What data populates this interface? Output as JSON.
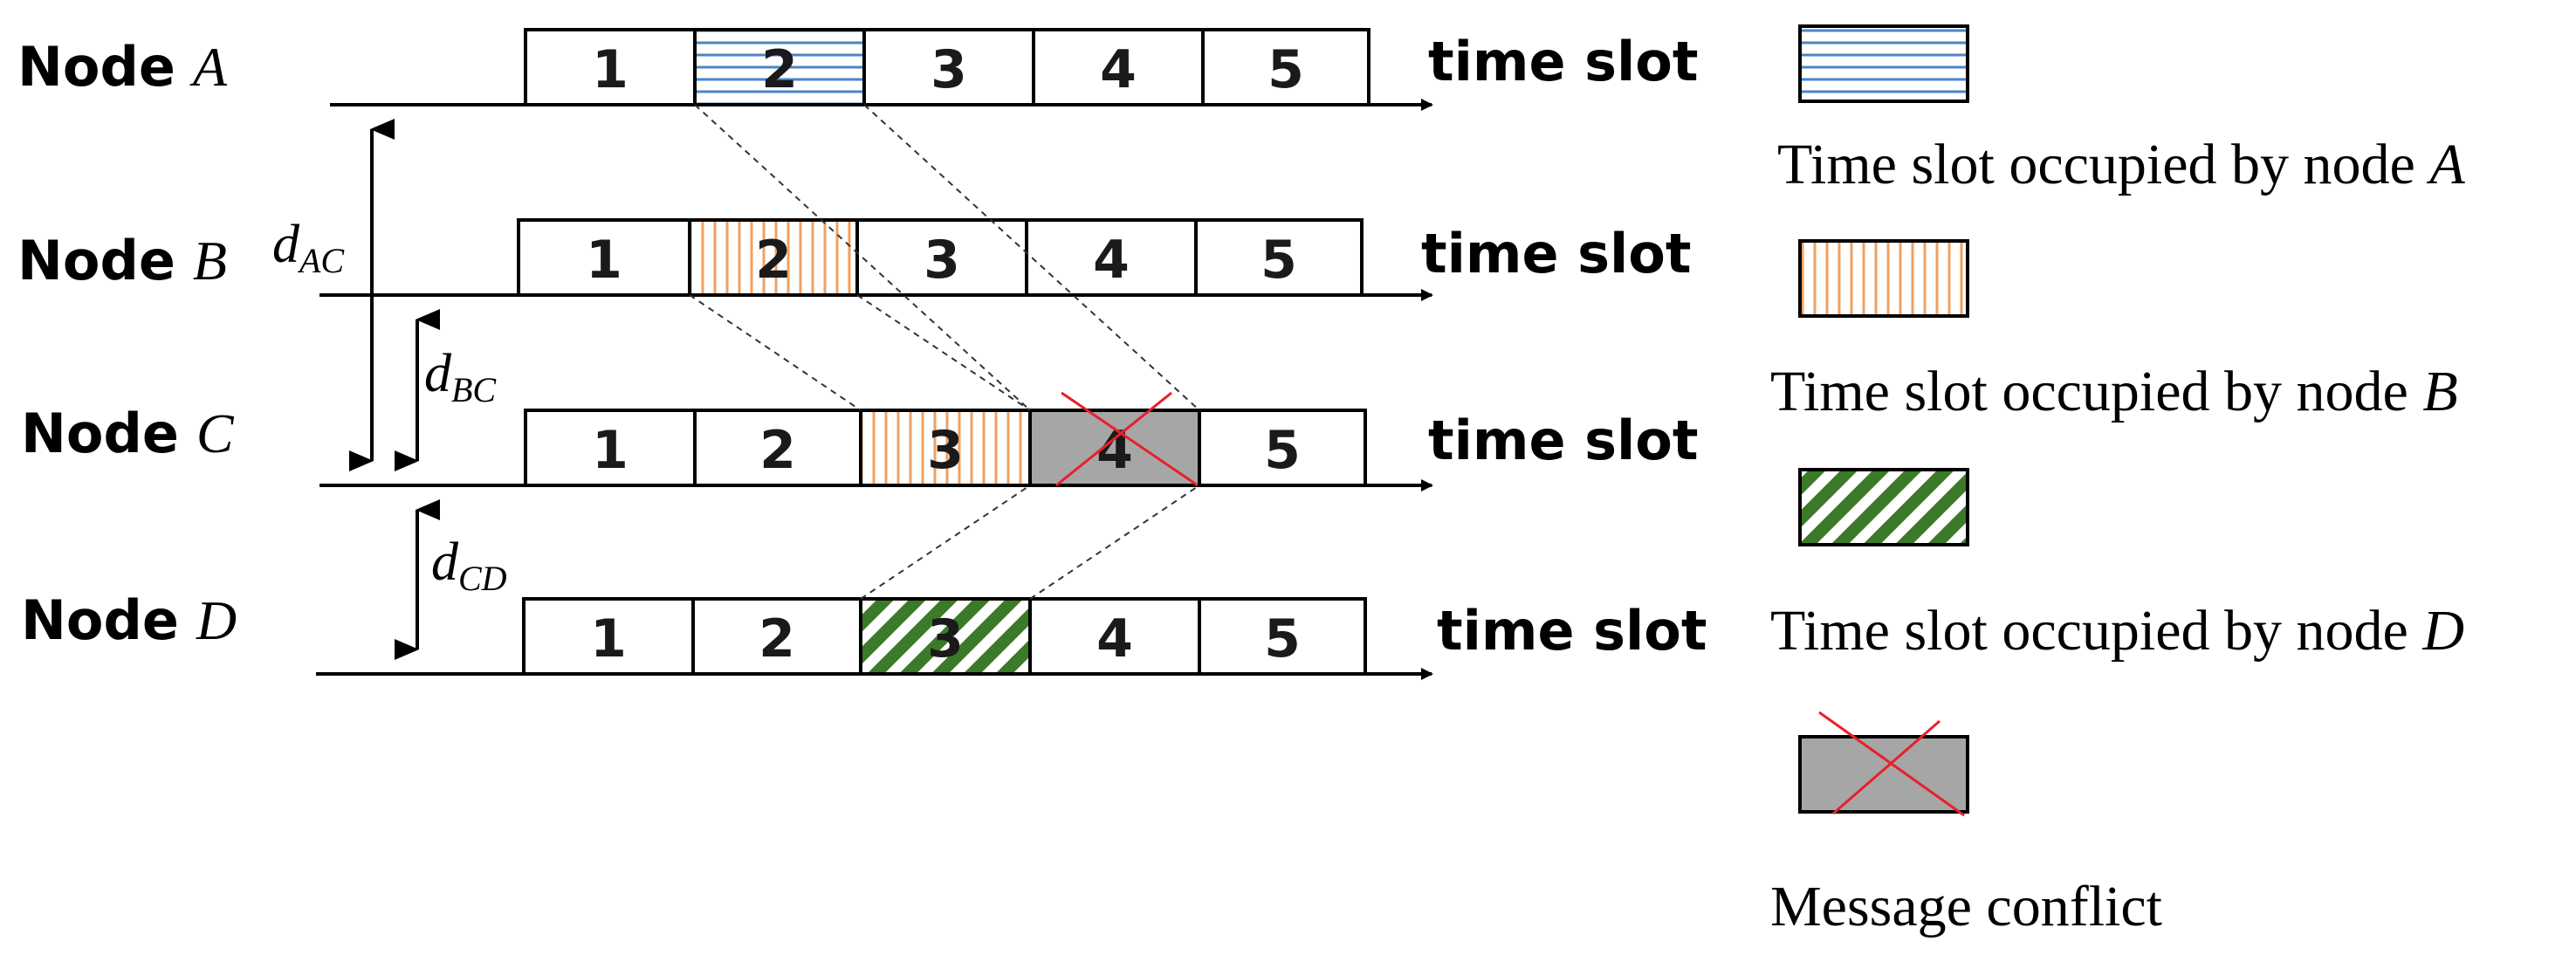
{
  "axis_label": "time slot",
  "node_word": "Node",
  "nodes": [
    {
      "letter": "A",
      "slots": [
        "1",
        "2",
        "3",
        "4",
        "5"
      ]
    },
    {
      "letter": "B",
      "slots": [
        "1",
        "2",
        "3",
        "4",
        "5"
      ]
    },
    {
      "letter": "C",
      "slots": [
        "1",
        "2",
        "3",
        "4",
        "5"
      ]
    },
    {
      "letter": "D",
      "slots": [
        "1",
        "2",
        "3",
        "4",
        "5"
      ]
    }
  ],
  "distances": {
    "ac": {
      "base": "d",
      "sub": "AC"
    },
    "bc": {
      "base": "d",
      "sub": "BC"
    },
    "cd": {
      "base": "d",
      "sub": "CD"
    }
  },
  "legend": [
    {
      "text": "Time slot occupied by node ",
      "letter": "A",
      "pattern": "blue-horizontal"
    },
    {
      "text": "Time slot occupied by node ",
      "letter": "B",
      "pattern": "orange-vertical"
    },
    {
      "text": "Time slot occupied by node ",
      "letter": "D",
      "pattern": "green-diagonal"
    },
    {
      "text": "Message conflict",
      "letter": "",
      "pattern": "gray-cross"
    }
  ],
  "colors": {
    "node_a": "#4a86c8",
    "node_b": "#f0a060",
    "node_d": "#3a7a28",
    "conflict_fill": "#a6a6a6",
    "conflict_cross": "#e8202a"
  }
}
